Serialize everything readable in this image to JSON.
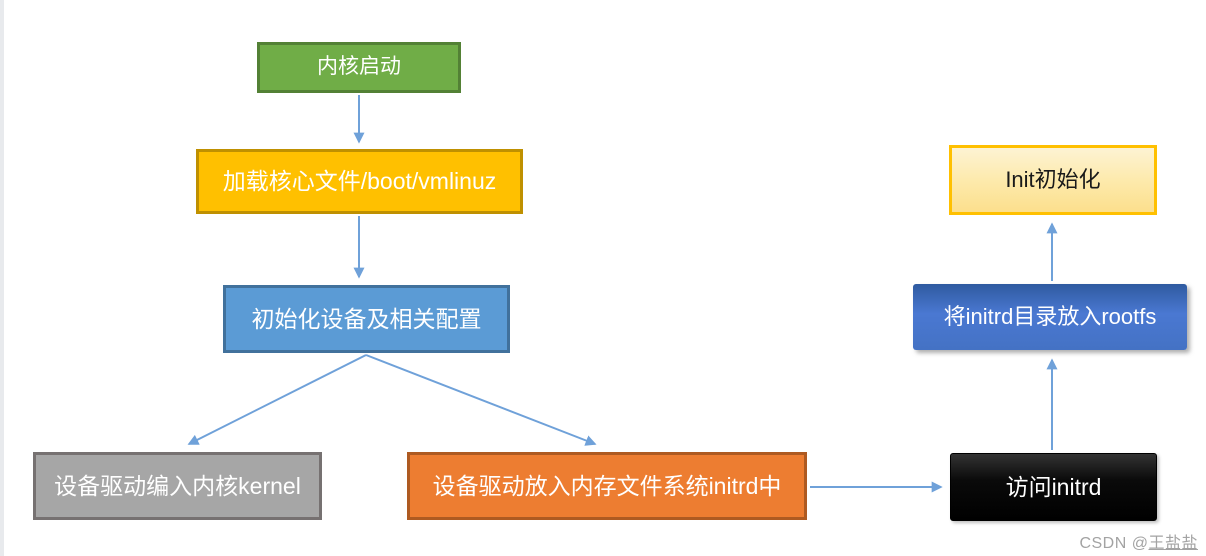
{
  "page": {
    "background_color": "#ffffff",
    "left_strip_color": "#e8eaed"
  },
  "diagram": {
    "arrow_color": "#6fa1d9",
    "nodes": [
      {
        "id": "kernel-start",
        "label": "内核启动",
        "fill": "#70AD47",
        "border": "#538135",
        "text_color": "#ffffff"
      },
      {
        "id": "load-vmlinuz",
        "label": "加载核心文件/boot/vmlinuz",
        "fill": "#FFC000",
        "border": "#BF9000",
        "text_color": "#ffffff"
      },
      {
        "id": "init-devices",
        "label": "初始化设备及相关配置",
        "fill": "#5B9BD5",
        "border": "#41719C",
        "text_color": "#ffffff"
      },
      {
        "id": "driver-kernel",
        "label": "设备驱动编入内核kernel",
        "fill": "#A6A6A6",
        "border": "#767171",
        "text_color": "#ffffff"
      },
      {
        "id": "driver-initrd",
        "label": "设备驱动放入内存文件系统initrd中",
        "fill": "#ED7D31",
        "border": "#AE5A21",
        "text_color": "#ffffff"
      },
      {
        "id": "access-initrd",
        "label": "访问initrd",
        "fill": "#000000",
        "border": "#000000",
        "text_color": "#ffffff"
      },
      {
        "id": "initrd-rootfs",
        "label": "将initrd目录放入rootfs",
        "fill": "#4472C4",
        "border": "#2f5aa0",
        "text_color": "#ffffff"
      },
      {
        "id": "init-initialize",
        "label": "Init初始化",
        "fill": "#FFE699",
        "border": "#FFC000",
        "text_color": "#1a1a1a"
      }
    ],
    "edges": [
      {
        "from": "kernel-start",
        "to": "load-vmlinuz"
      },
      {
        "from": "load-vmlinuz",
        "to": "init-devices"
      },
      {
        "from": "init-devices",
        "to": "driver-kernel"
      },
      {
        "from": "init-devices",
        "to": "driver-initrd"
      },
      {
        "from": "driver-initrd",
        "to": "access-initrd"
      },
      {
        "from": "access-initrd",
        "to": "initrd-rootfs"
      },
      {
        "from": "initrd-rootfs",
        "to": "init-initialize"
      }
    ]
  },
  "watermark": {
    "prefix": "CSDN @",
    "name": "王盐盐",
    "color": "#a3a3a3"
  }
}
